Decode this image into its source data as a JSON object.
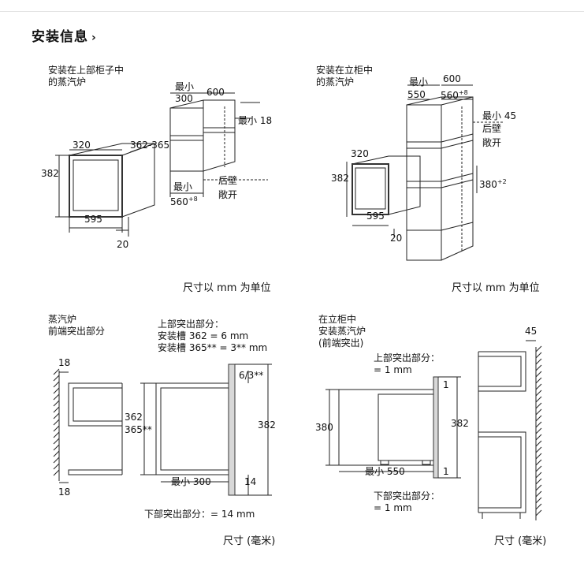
{
  "header": {
    "title": "安装信息",
    "arrow": "›"
  },
  "panel1": {
    "title": "安装在上部柜子中\n的蒸汽炉",
    "min_label": "最小",
    "d_300": "300",
    "d_600": "600",
    "min_18": "最小 18",
    "d_320": "320",
    "d_362_365": "362-365",
    "d_382": "382",
    "d_595": "595",
    "d_20": "20",
    "min_label2": "最小",
    "d_560": "560",
    "d_560_sup": "+8",
    "back_wall": "后壁",
    "open": "敞开",
    "unit": "尺寸以 mm 为单位"
  },
  "panel2": {
    "title": "安装在立柜中\n的蒸汽炉",
    "min_label": "最小",
    "d_600": "600",
    "d_550": "550",
    "d_560": "560",
    "d_560_sup": "+8",
    "min_45": "最小 45",
    "back_wall": "后壁",
    "open": "敞开",
    "d_320": "320",
    "d_382": "382",
    "d_380": "380",
    "d_380_sup": "+2",
    "d_595": "595",
    "d_20": "20",
    "unit": "尺寸以 mm 为单位"
  },
  "panel3": {
    "title": "蒸汽炉\n前端突出部分",
    "upper_note": "上部突出部分：\n安装槽 362 = 6 mm\n安装槽 365** = 3** mm",
    "d_18_top": "18",
    "d_18_bottom": "18",
    "d_362": "362",
    "d_365": "365**",
    "d_6_3": "6/3**",
    "d_382": "382",
    "min_300": "最小 300",
    "d_14": "14",
    "lower_note": "下部突出部分：= 14 mm",
    "unit": "尺寸 (毫米)"
  },
  "panel4": {
    "title": "在立柜中\n安装蒸汽炉\n(前端突出)",
    "upper_note": "上部突出部分：\n= 1 mm",
    "d_45": "45",
    "d_380": "380",
    "d_1_top": "1",
    "d_382": "382",
    "d_1_bottom": "1",
    "min_550": "最小 550",
    "lower_note": "下部突出部分：\n= 1 mm",
    "unit": "尺寸 (毫米)"
  }
}
